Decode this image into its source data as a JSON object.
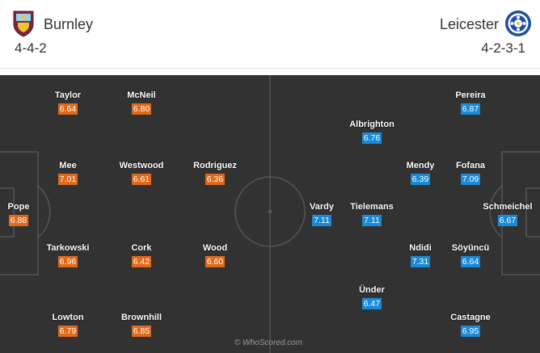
{
  "home": {
    "name": "Burnley",
    "formation": "4-4-2",
    "crest": "burnley-crest-icon",
    "rating_color": "#e0691b",
    "players": [
      {
        "name": "Taylor",
        "rating": "6.64"
      },
      {
        "name": "McNeil",
        "rating": "6.80"
      },
      {
        "name": "Mee",
        "rating": "7.01"
      },
      {
        "name": "Westwood",
        "rating": "6.61"
      },
      {
        "name": "Rodriguez",
        "rating": "6.36"
      },
      {
        "name": "Pope",
        "rating": "6.88"
      },
      {
        "name": "Tarkowski",
        "rating": "6.96"
      },
      {
        "name": "Cork",
        "rating": "6.42"
      },
      {
        "name": "Wood",
        "rating": "6.60"
      },
      {
        "name": "Lowton",
        "rating": "6.79"
      },
      {
        "name": "Brownhill",
        "rating": "6.85"
      }
    ]
  },
  "away": {
    "name": "Leicester",
    "formation": "4-2-3-1",
    "crest": "leicester-crest-icon",
    "rating_color": "#1a8ad6",
    "players": [
      {
        "name": "Pereira",
        "rating": "6.87"
      },
      {
        "name": "Albrighton",
        "rating": "6.76"
      },
      {
        "name": "Mendy",
        "rating": "6.39"
      },
      {
        "name": "Fofana",
        "rating": "7.09"
      },
      {
        "name": "Vardy",
        "rating": "7.11"
      },
      {
        "name": "Tielemans",
        "rating": "7.11"
      },
      {
        "name": "Schmeichel",
        "rating": "6.67"
      },
      {
        "name": "Ndidi",
        "rating": "7.31"
      },
      {
        "name": "Söyüncü",
        "rating": "6.64"
      },
      {
        "name": "Ünder",
        "rating": "6.47"
      },
      {
        "name": "Castagne",
        "rating": "6.95"
      }
    ]
  },
  "pitch_color": "#323232",
  "watermark": "© WhoScored.com"
}
